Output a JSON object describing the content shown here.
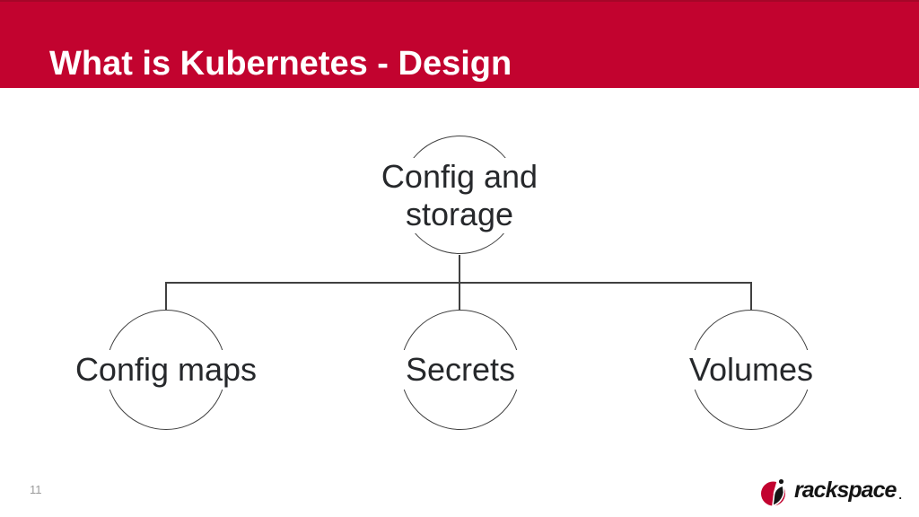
{
  "slide": {
    "title": "What is Kubernetes - Design",
    "page_number": "11"
  },
  "header": {
    "bg_color": "#c2032f",
    "title_color": "#ffffff"
  },
  "diagram": {
    "type": "tree",
    "stroke_color": "#404040",
    "text_color": "#26282b",
    "root": {
      "label": "Config and storage"
    },
    "children": [
      {
        "label": "Config maps"
      },
      {
        "label": "Secrets"
      },
      {
        "label": "Volumes"
      }
    ]
  },
  "footer": {
    "page_number": "11",
    "logo": {
      "icon": "rackspace-logo-icon",
      "text": "rackspace",
      "mark": ".",
      "brand_red": "#c2032f",
      "brand_black": "#141414"
    }
  }
}
